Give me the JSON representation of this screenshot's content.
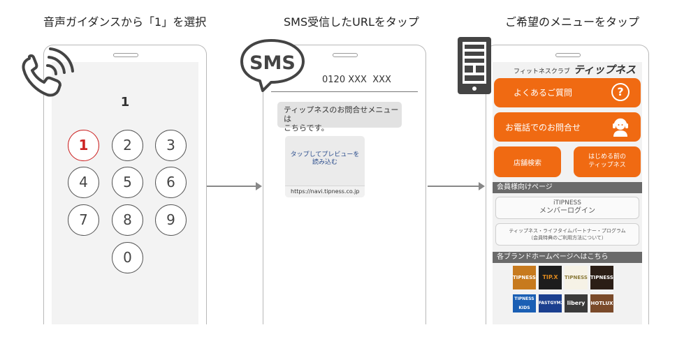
{
  "steps": [
    {
      "title": "音声ガイダンスから「1」を選択"
    },
    {
      "title": "SMS受信したURLをタップ"
    },
    {
      "title": "ご希望のメニューをタップ"
    }
  ],
  "dialer": {
    "display": "1",
    "keys": [
      "1",
      "2",
      "3",
      "4",
      "5",
      "6",
      "7",
      "8",
      "9",
      "0"
    ],
    "selected_key": "1"
  },
  "sms": {
    "badge": "SMS",
    "sender": "0120 XXX  XXX",
    "message": "ティップネスのお問合せメニューは\nこちらです。",
    "preview_label": "タップしてプレビューを\n読み込む",
    "url": "https://navi.tipness.co.jp"
  },
  "site": {
    "logo_small": "フィットネスクラブ",
    "logo_large": "ティップネス",
    "faq_label": "よくあるご質問",
    "faq_icon": "?",
    "phone_label": "お電話でのお問合せ",
    "store_search": "店舗検索",
    "first_time": "はじめる前の\nティップネス",
    "member_section": "会員様向けページ",
    "itipness_line1": "iTIPNESS",
    "itipness_line2": "メンバーログイン",
    "lifetime_line1": "ティップネス・ライフタイムパートナー・プログラム",
    "lifetime_line2": "（会員特典のご利用方法について）",
    "brands_section": "各ブランドホームページへはこちら",
    "brands": [
      "TIPNESS",
      "TIP.X TOKYO",
      "TIPNESS",
      "TIPNESS",
      "TIPNESS KIDS",
      "FASTGYM24",
      "libery",
      "HOTLUX"
    ]
  },
  "colors": {
    "accent": "#f06a12",
    "selected_key": "#cc2222",
    "arrow": "#888888",
    "section_bar": "#6a6a6a"
  }
}
